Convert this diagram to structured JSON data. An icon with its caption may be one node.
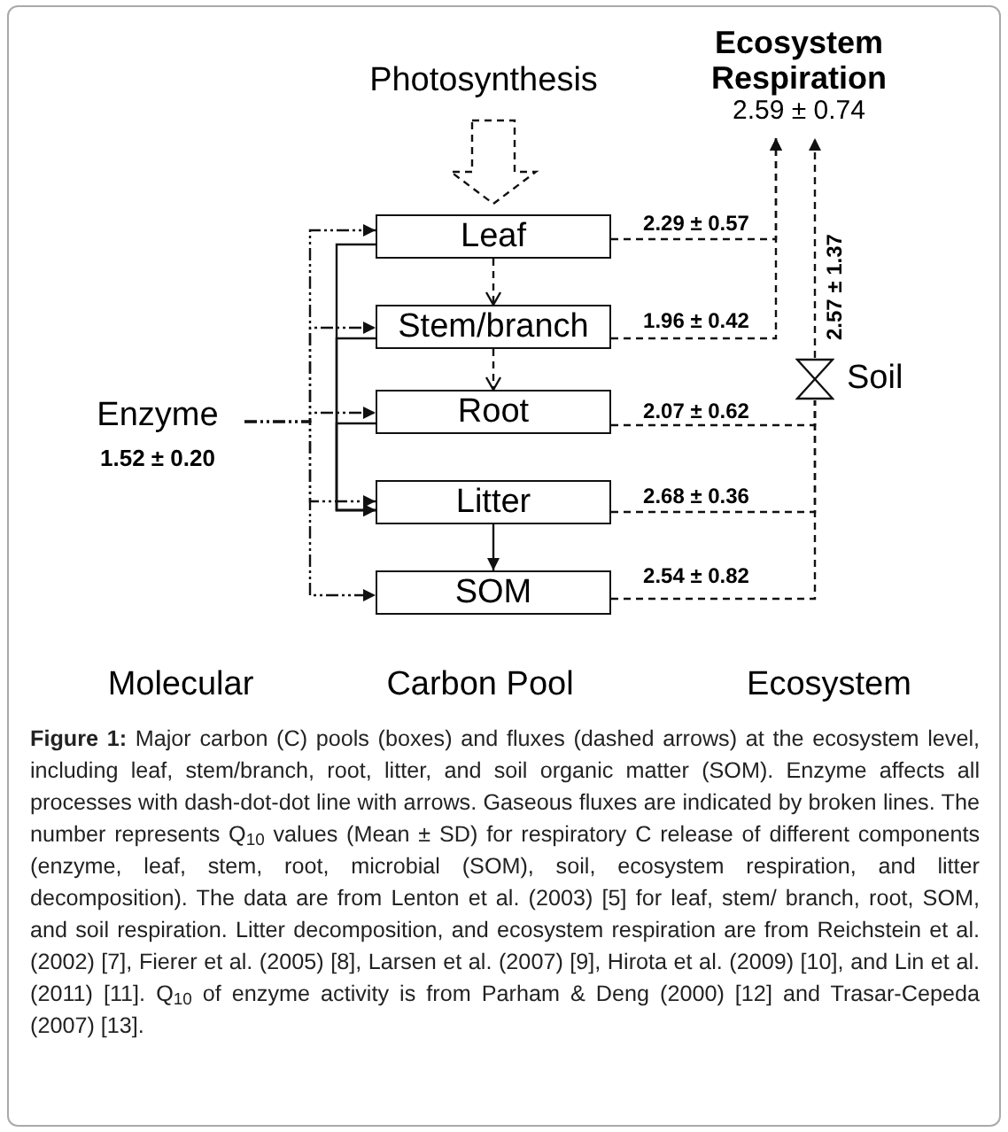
{
  "diagram": {
    "nodes": [
      {
        "text": [
          "Photosynthesis"
        ]
      },
      {
        "text": [
          "Ecosystem Respiration",
          "2.59 ±  0.74"
        ]
      },
      {
        "text": [
          "Leaf"
        ]
      },
      {
        "text": [
          "Stem/branch"
        ]
      },
      {
        "text": [
          "Root"
        ]
      },
      {
        "text": [
          "Litter"
        ]
      },
      {
        "text": [
          "SOM"
        ]
      },
      {
        "text": [
          "Enzyme",
          "1.52 ± 0.20"
        ]
      },
      {
        "text": [],
        "shape": "hourglass",
        "beside": [
          "Soil"
        ]
      }
    ],
    "edges": [
      {
        "from": 0,
        "to": 2,
        "arrow": "to",
        "style": "dashed"
      },
      {
        "from": 2,
        "to": 3,
        "arrow": "to",
        "style": "dashed"
      },
      {
        "from": 3,
        "to": 4,
        "arrow": "to",
        "style": "dashed"
      },
      {
        "from": 5,
        "to": 6,
        "arrow": "to"
      },
      {
        "from": 2,
        "to": 5,
        "arrow": "to"
      },
      {
        "from": 3,
        "to": 5,
        "arrow": "to"
      },
      {
        "from": 4,
        "to": 5,
        "arrow": "to"
      },
      {
        "from": 7,
        "to": 2,
        "arrow": "to",
        "style": "dashed"
      },
      {
        "from": 7,
        "to": 3,
        "arrow": "to",
        "style": "dashed"
      },
      {
        "from": 7,
        "to": 4,
        "arrow": "to",
        "style": "dashed"
      },
      {
        "from": 7,
        "to": 5,
        "arrow": "to",
        "style": "dashed"
      },
      {
        "from": 7,
        "to": 6,
        "arrow": "to",
        "style": "dashed"
      },
      {
        "from": 2,
        "to": 1,
        "arrow": "to",
        "style": "dashed",
        "label": "2.29 ± 0.57"
      },
      {
        "from": 3,
        "to": 1,
        "arrow": "to",
        "style": "dashed",
        "label": "1.96 ± 0.42"
      },
      {
        "from": 4,
        "to": 8,
        "arrow": "none",
        "style": "dashed",
        "label": "2.07 ± 0.62"
      },
      {
        "from": 5,
        "to": 8,
        "arrow": "none",
        "style": "dashed",
        "label": "2.68 ± 0.36"
      },
      {
        "from": 6,
        "to": 8,
        "arrow": "none",
        "style": "dashed",
        "label": "2.54 ± 0.82"
      },
      {
        "from": 8,
        "to": 1,
        "arrow": "to",
        "style": "dashed",
        "label": "2.57 ± 1.37"
      }
    ],
    "labels": [
      "Molecular",
      "Carbon Pool",
      "Ecosystem"
    ],
    "caption": "**Figure 1:** Major carbon (C) pools (boxes) and fluxes (dashed arrows) at the ecosystem level, including leaf, stem/branch, root, litter, and soil organic matter (SOM). Enzyme affects all processes with dash-dot-dot line with arrows. Gaseous fluxes are indicated by broken lines. The number represents Q$_{10}$ values (Mean ± SD) for respiratory C release of different components (enzyme, leaf, stem, root, microbial (SOM), soil, ecosystem respiration, and litter decomposition). The data are from Lenton et al. (2003) [5] for leaf, stem/ branch, root, SOM, and soil respiration. Litter decomposition, and ecosystem respiration are from Reichstein et al. (2002) [7], Fierer et al. (2005) [8], Larsen et al. (2007) [9], Hirota et al. (2009) [10], and Lin et al. (2011) [11]. Q$_{10}$ of enzyme activity is from Parham & Deng (2000) [12] and Trasar-Cepeda (2007) [13]."
  }
}
